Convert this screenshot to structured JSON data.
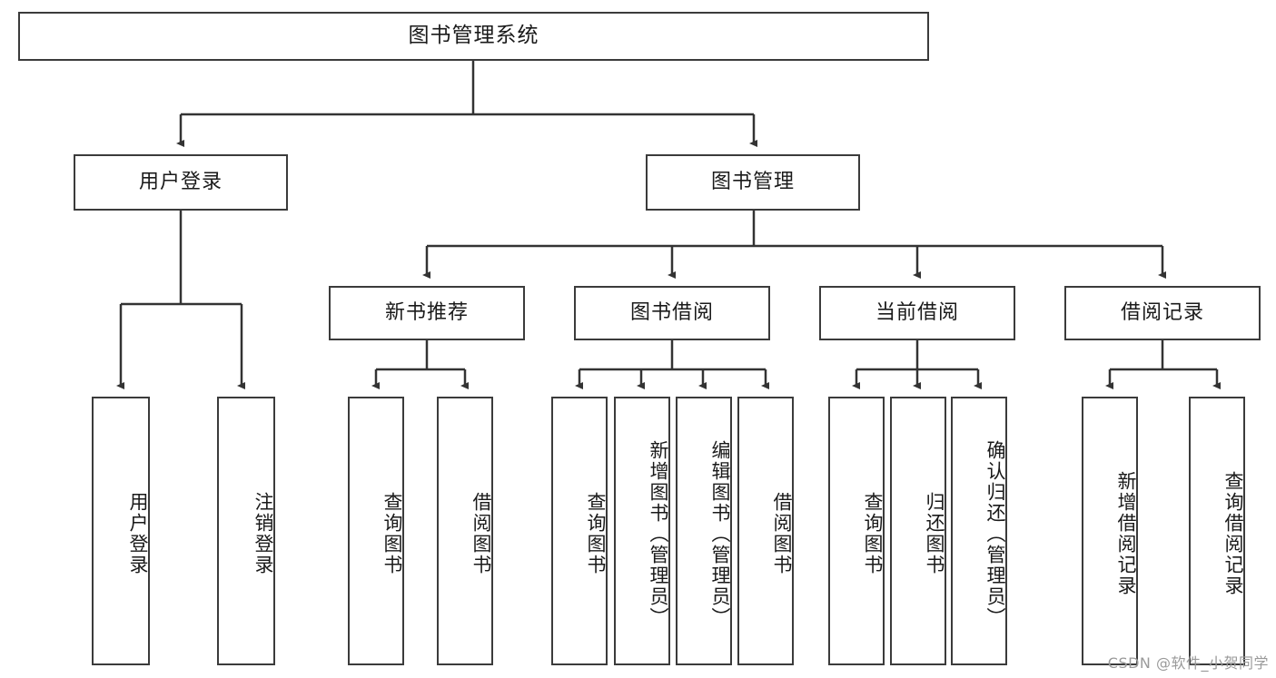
{
  "diagram": {
    "title": "图书管理系统",
    "type": "tree",
    "watermark": "CSDN @软件_小贺同学",
    "colors": {
      "box_border": "#3b3b3b",
      "box_fill": "#ffffff",
      "edge": "#333333",
      "text": "#1a1a1a",
      "watermark": "#9a9a9a",
      "background": "#ffffff"
    },
    "levels": {
      "root": {
        "label": "图书管理系统"
      },
      "level2": [
        {
          "id": "user-login",
          "label": "用户登录"
        },
        {
          "id": "book-manage",
          "label": "图书管理"
        }
      ],
      "level3": [
        {
          "id": "new-book-recommend",
          "label": "新书推荐",
          "parent": "book-manage"
        },
        {
          "id": "book-borrow",
          "label": "图书借阅",
          "parent": "book-manage"
        },
        {
          "id": "current-borrow",
          "label": "当前借阅",
          "parent": "book-manage"
        },
        {
          "id": "borrow-record",
          "label": "借阅记录",
          "parent": "book-manage"
        }
      ],
      "leaves": {
        "user-login": [
          {
            "id": "leaf-user-login",
            "label": "用户登录"
          },
          {
            "id": "leaf-user-logout",
            "label": "注销登录"
          }
        ],
        "new-book-recommend": [
          {
            "id": "leaf-query-book-1",
            "label": "查询图书"
          },
          {
            "id": "leaf-borrow-book-1",
            "label": "借阅图书"
          }
        ],
        "book-borrow": [
          {
            "id": "leaf-query-book-2",
            "label": "查询图书"
          },
          {
            "id": "leaf-add-book",
            "label": "新增图书（管理员）"
          },
          {
            "id": "leaf-edit-book",
            "label": "编辑图书（管理员）"
          },
          {
            "id": "leaf-borrow-book-2",
            "label": "借阅图书"
          }
        ],
        "current-borrow": [
          {
            "id": "leaf-query-book-3",
            "label": "查询图书"
          },
          {
            "id": "leaf-return-book",
            "label": "归还图书"
          },
          {
            "id": "leaf-confirm-return",
            "label": "确认归还（管理员）"
          }
        ],
        "borrow-record": [
          {
            "id": "leaf-add-record",
            "label": "新增借阅记录"
          },
          {
            "id": "leaf-query-record",
            "label": "查询借阅记录"
          }
        ]
      }
    }
  }
}
